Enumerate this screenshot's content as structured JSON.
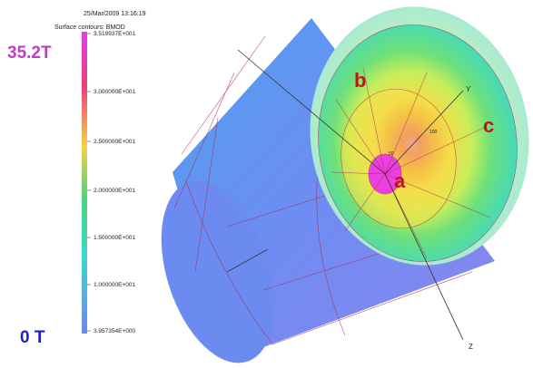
{
  "header": {
    "timestamp": "25/Mar/2009 13:16:19",
    "contour_title": "Surface contours: BMOD"
  },
  "legend": {
    "max_marker": "35.2T",
    "min_marker": "0 T",
    "ticks": [
      "3.519937E+001",
      "3.000000E+001",
      "2.500000E+001",
      "2.000000E+001",
      "1.500000E+001",
      "1.000000E+001",
      "3.957354E+000"
    ],
    "colors": [
      "#e040e8",
      "#e8407a",
      "#f5d14a",
      "#4fd37a",
      "#3fd6d0",
      "#6f84f0"
    ]
  },
  "model": {
    "region_labels": [
      "a",
      "b",
      "c"
    ],
    "axis_y": "Y",
    "axis_z": "Z",
    "scale_ticks": [
      "50",
      "100"
    ]
  },
  "palette": {
    "label_red": "#c0141c",
    "max_magenta": "#c23bc9",
    "min_blue": "#1f1fc7",
    "mesh_line": "#b0284e"
  }
}
